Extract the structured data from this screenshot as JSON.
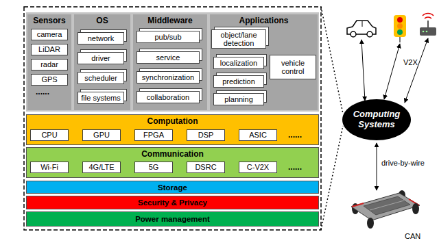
{
  "diagram": {
    "nodes": [
      {
        "text": [
          "Sensors"
        ]
      },
      {
        "text": [
          "camera"
        ],
        "in": 0
      },
      {
        "text": [
          "LiDAR"
        ],
        "in": 0
      },
      {
        "text": [
          "radar"
        ],
        "in": 0
      },
      {
        "text": [
          "GPS"
        ],
        "in": 0
      },
      {
        "text": [
          "OS"
        ]
      },
      {
        "text": [
          "network"
        ],
        "in": 5
      },
      {
        "text": [
          "driver"
        ],
        "in": 5
      },
      {
        "text": [
          "scheduler"
        ],
        "in": 5
      },
      {
        "text": [
          "file systems"
        ],
        "in": 5
      },
      {
        "text": [
          "Middleware"
        ]
      },
      {
        "text": [
          "pub/sub"
        ],
        "in": 10
      },
      {
        "text": [
          "service"
        ],
        "in": 10
      },
      {
        "text": [
          "synchronization"
        ],
        "in": 10
      },
      {
        "text": [
          "collaboration"
        ],
        "in": 10
      },
      {
        "text": [
          "Applications"
        ]
      },
      {
        "text": [
          "object/lane detection"
        ],
        "in": 15
      },
      {
        "text": [
          "localization"
        ],
        "in": 15
      },
      {
        "text": [
          "prediction"
        ],
        "in": 15
      },
      {
        "text": [
          "planning"
        ],
        "in": 15
      },
      {
        "text": [
          "vehicle control"
        ],
        "in": 15
      },
      {
        "text": [
          "Computation"
        ]
      },
      {
        "text": [
          "CPU"
        ],
        "in": 21
      },
      {
        "text": [
          "GPU"
        ],
        "in": 21
      },
      {
        "text": [
          "FPGA"
        ],
        "in": 21
      },
      {
        "text": [
          "DSP"
        ],
        "in": 21
      },
      {
        "text": [
          "ASIC"
        ],
        "in": 21
      },
      {
        "text": [
          "Communication"
        ]
      },
      {
        "text": [
          "Wi-Fi"
        ],
        "in": 27
      },
      {
        "text": [
          "4G/LTE"
        ],
        "in": 27
      },
      {
        "text": [
          "5G"
        ],
        "in": 27
      },
      {
        "text": [
          "DSRC"
        ],
        "in": 27
      },
      {
        "text": [
          "C-V2X"
        ],
        "in": 27
      },
      {
        "text": [
          "Storage"
        ]
      },
      {
        "text": [
          "Security & Privacy"
        ]
      },
      {
        "text": [
          "Power management"
        ]
      },
      {
        "text": [
          "Computing Systems"
        ]
      }
    ],
    "labels": [
      "......",
      "......",
      "......",
      "V2X",
      "drive-by-wire",
      "CAN"
    ]
  }
}
